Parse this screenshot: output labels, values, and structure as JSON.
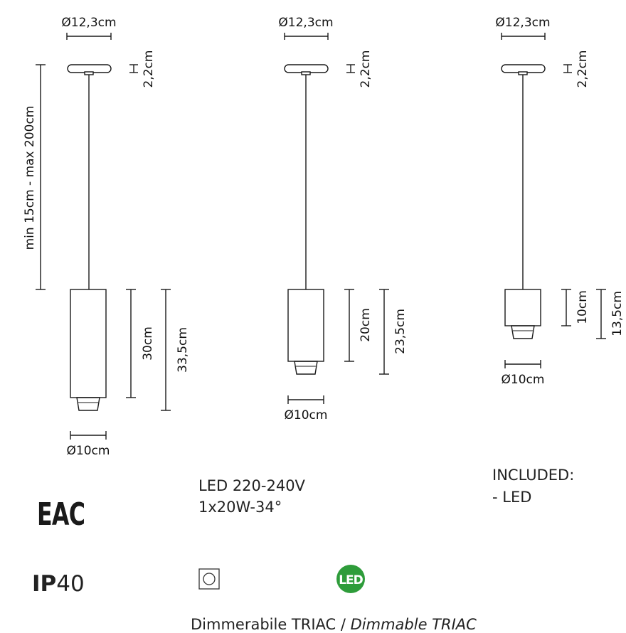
{
  "lamps": [
    {
      "canopy_diameter": "Ø12,3cm",
      "canopy_height": "2,2cm",
      "cable_length": "min 15cm - max 200cm",
      "body_height": "30cm",
      "total_height": "33,5cm",
      "body_diameter": "Ø10cm"
    },
    {
      "canopy_diameter": "Ø12,3cm",
      "canopy_height": "2,2cm",
      "body_height": "20cm",
      "total_height": "23,5cm",
      "body_diameter": "Ø10cm"
    },
    {
      "canopy_diameter": "Ø12,3cm",
      "canopy_height": "2,2cm",
      "body_height": "10cm",
      "total_height": "13,5cm",
      "body_diameter": "Ø10cm"
    }
  ],
  "specs": {
    "voltage": "LED 220-240V",
    "power": "1x20W-34°",
    "included_title": "INCLUDED:",
    "included_item": "- LED"
  },
  "certification": {
    "eac": "EAC",
    "ip_prefix": "IP",
    "ip_value": "40"
  },
  "icons": {
    "led_badge": "LED",
    "led_badge_color": "#2e9c3a"
  },
  "footer": {
    "dimmable_plain": "Dimmerabile TRIAC / ",
    "dimmable_italic": "Dimmable TRIAC"
  }
}
